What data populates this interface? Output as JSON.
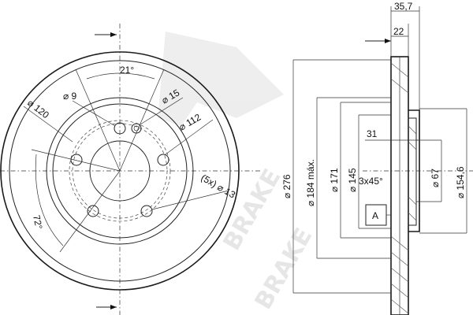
{
  "front_view": {
    "angle_top": "21°",
    "bolt_hole_dia": "⌀ 9",
    "small_hole_dia": "⌀ 15",
    "hub_circle_dia": "⌀ 120",
    "pcd_dia": "⌀ 112",
    "stud_holes": "(5x) ⌀ 13",
    "angle_bottom": "72°"
  },
  "side_view": {
    "total_thickness": "35,7",
    "disc_thickness": "22",
    "outer_dia": "⌀ 276",
    "friction_dia": "⌀ 184 máx.",
    "inner_ring_dia": "⌀ 171",
    "hat_dia": "⌀ 145",
    "hat_height": "31",
    "chamfer": "3x45°",
    "center_bore": "⌀ 67",
    "hub_dia": "⌀ 154,6",
    "datum_label": "A"
  },
  "watermark": {
    "text": "BRAKE"
  }
}
